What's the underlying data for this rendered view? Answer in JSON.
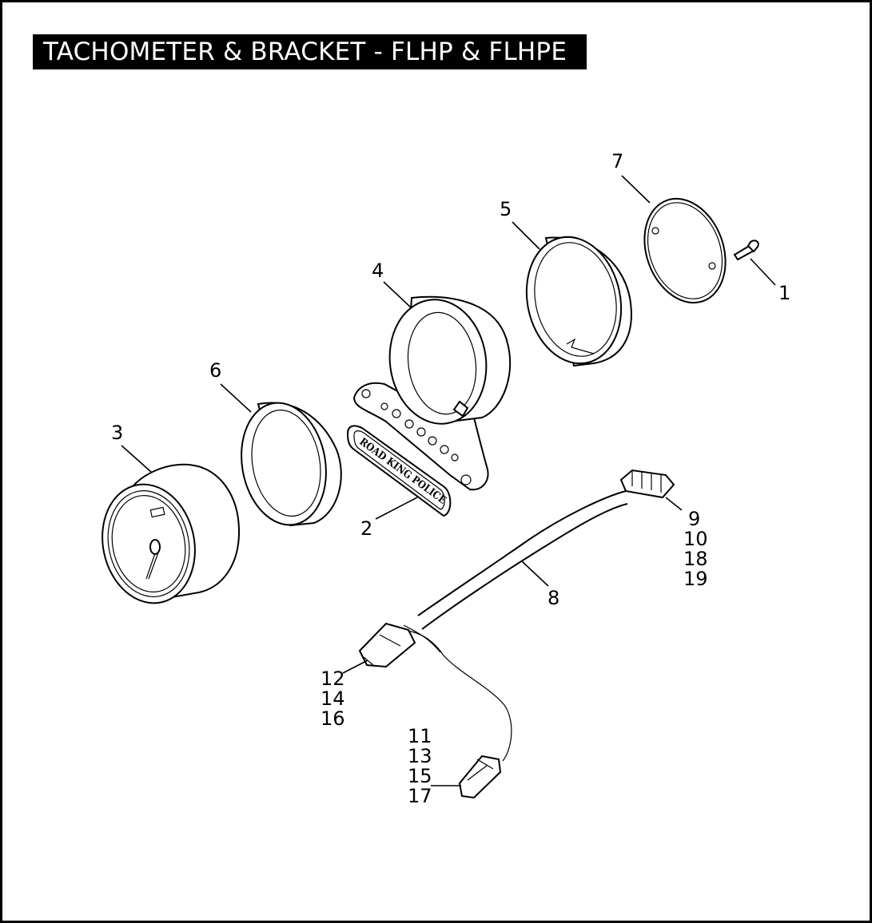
{
  "title": "TACHOMETER & BRACKET - FLHP & FLHPE",
  "badge_text": "ROAD KING POLICE",
  "callouts": {
    "c1": "1",
    "c2": "2",
    "c3": "3",
    "c4": "4",
    "c5": "5",
    "c6": "6",
    "c7": "7",
    "c8": "8",
    "group_9": [
      "9",
      "10",
      "18",
      "19"
    ],
    "group_12": [
      "12",
      "14",
      "16"
    ],
    "group_11": [
      "11",
      "13",
      "15",
      "17"
    ]
  }
}
